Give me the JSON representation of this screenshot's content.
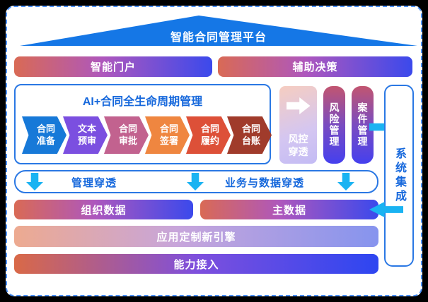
{
  "platform": {
    "title": "智能合同管理平台"
  },
  "top_bars": [
    {
      "label": "智能门户"
    },
    {
      "label": "辅助决策"
    }
  ],
  "lifecycle": {
    "title": "AI+合同全生命周期管理",
    "stages": [
      {
        "line1": "合同",
        "line2": "准备",
        "color": "#1779d8"
      },
      {
        "line1": "文本",
        "line2": "预审",
        "color": "#7b4fe0"
      },
      {
        "line1": "合同",
        "line2": "审批",
        "color": "#c2628f"
      },
      {
        "line1": "合同",
        "line2": "签署",
        "color": "#ef8640"
      },
      {
        "line1": "合同",
        "line2": "履约",
        "color": "#dd5038"
      },
      {
        "line1": "合同",
        "line2": "台账",
        "color": "#a03b2b"
      }
    ]
  },
  "risk_panel": {
    "fengkong": {
      "line1": "风控",
      "line2": "穿透"
    },
    "bars": [
      {
        "label": "风险管理"
      },
      {
        "label": "案件管理"
      }
    ]
  },
  "system_integration": {
    "label": "系统集成"
  },
  "penetration": {
    "labels": [
      {
        "label": "管理穿透"
      },
      {
        "label": "业务与数据穿透"
      }
    ]
  },
  "data_bars": [
    {
      "label": "组织数据"
    },
    {
      "label": "主数据"
    }
  ],
  "engine_bar": {
    "label": "应用定制新引擎"
  },
  "access_bar": {
    "label": "能力接入"
  },
  "colors": {
    "roof_blue": "#1577e6",
    "border_blue": "#2a78e4",
    "dashed_border": "#4a90f5",
    "text_blue": "#1668dc",
    "cyan_arrow": "#1ab3f2",
    "bar_gradient": [
      "#d96a55",
      "#ae57bd",
      "#3b49ec"
    ],
    "vbar_gradient": [
      "#c25570",
      "#4540ee"
    ],
    "engine_gradient": [
      "#edaa90",
      "#8694ee"
    ],
    "access_gradient": [
      "#d96947",
      "#2d46f1"
    ],
    "fengkong_gradient": [
      "#f6cdc0",
      "#c3bbf4"
    ]
  }
}
